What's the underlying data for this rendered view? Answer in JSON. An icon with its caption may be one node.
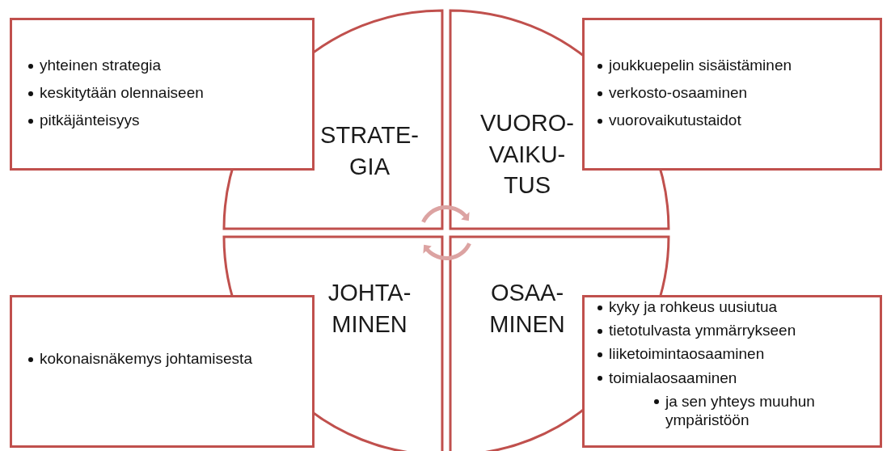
{
  "diagram": {
    "nodes": [
      {
        "text": [
          "STRATE- GIA"
        ]
      },
      {
        "text": [
          "VUORO- VAIKU- TUS"
        ]
      },
      {
        "text": [
          "JOHTA- MINEN"
        ]
      },
      {
        "text": [
          "OSAA- MINEN"
        ]
      },
      {
        "text": [
          "yhteinen strategia",
          "keskitytään olennaiseen",
          "pitkäjänteisyys"
        ]
      },
      {
        "text": [
          "joukkuepelin sisäistäminen",
          "verkosto-osaaminen",
          "vuorovaikutustaidot"
        ]
      },
      {
        "text": [
          "kokonaisnäkemys johtamisesta"
        ]
      },
      {
        "text": [
          "kyky ja rohkeus uusiutua",
          "tietotulvasta ymmärrykseen",
          "liiketoimintaosaaminen",
          "toimialaosaaminen",
          "ja sen yhteys muuhun ympäristöön"
        ]
      }
    ]
  }
}
